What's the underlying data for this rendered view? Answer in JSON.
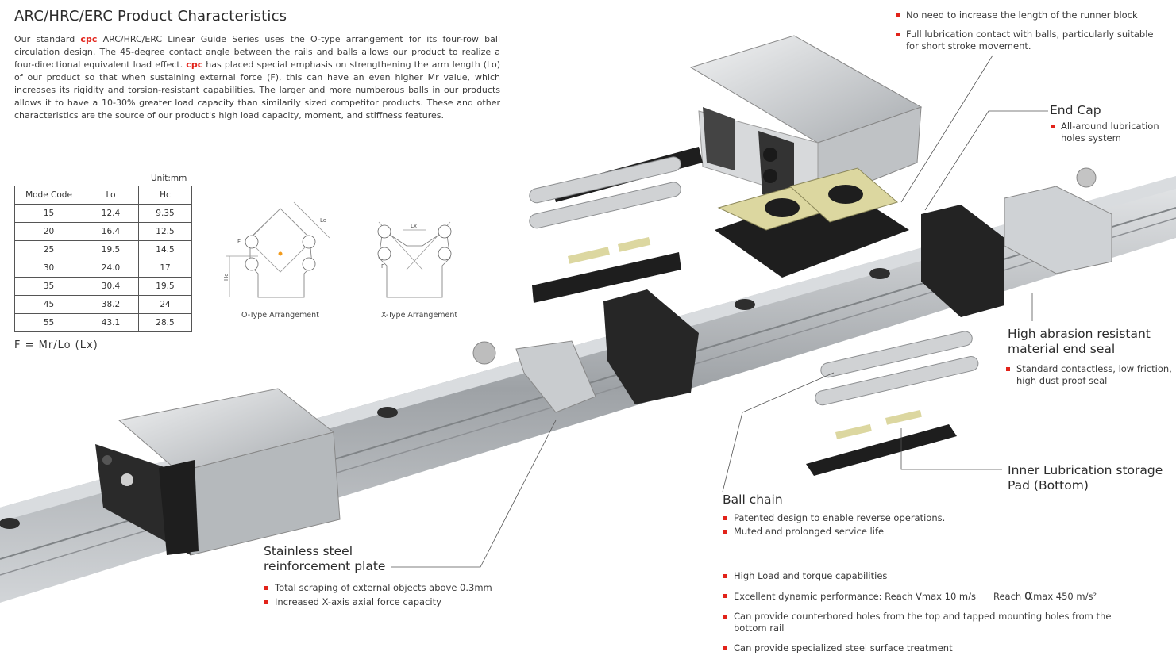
{
  "title": "ARC/HRC/ERC Product Characteristics",
  "intro": {
    "brand": "cpc",
    "p1": "Our standard ",
    "p2": " ARC/HRC/ERC Linear Guide Series uses the O-type arrangement for its four-row ball circulation design. The 45-degree contact angle between the rails and balls allows our product to realize a four-directional equivalent load effect. ",
    "p3": " has placed special emphasis on strengthening the arm length (Lo) of our product so that when sustaining external force (F), this can have an even higher Mr value, which increases its rigidity and torsion-resistant capabilities.  The larger and more numberous balls in our products allows it to have a 10-30% greater load capacity than similarily sized competitor products. These and other characteristics are the source of our product's high load capacity, moment, and stiffness features."
  },
  "table": {
    "unit": "Unit:mm",
    "headers": [
      "Mode Code",
      "Lo",
      "Hc"
    ],
    "rows": [
      [
        "15",
        "12.4",
        "9.35"
      ],
      [
        "20",
        "16.4",
        "12.5"
      ],
      [
        "25",
        "19.5",
        "14.5"
      ],
      [
        "30",
        "24.0",
        "17"
      ],
      [
        "35",
        "30.4",
        "19.5"
      ],
      [
        "45",
        "38.2",
        "24"
      ],
      [
        "55",
        "43.1",
        "28.5"
      ]
    ]
  },
  "formula": "F = Mr/Lo (Lx)",
  "diagrams": {
    "o_type": {
      "caption": "O-Type Arrangement",
      "lo": "Lo",
      "f": "F",
      "hc": "Hc"
    },
    "x_type": {
      "caption": "X-Type Arrangement",
      "lx": "Lx",
      "f": "F"
    }
  },
  "top_bullets": [
    "No need to increase the length of the runner block",
    "Full lubrication contact with balls, particularly suitable for short stroke movement."
  ],
  "end_cap": {
    "title": "End Cap",
    "bullets": [
      "All-around lubrication holes system"
    ]
  },
  "end_seal": {
    "title_l1": "High abrasion resistant",
    "title_l2": "material end seal",
    "bullets": [
      "Standard contactless, low friction, high dust proof seal"
    ]
  },
  "lube_pad": {
    "title_l1": "Inner Lubrication storage",
    "title_l2": "Pad (Bottom)"
  },
  "ball_chain": {
    "title": "Ball chain",
    "bullets": [
      "Patented design to enable reverse operations.",
      "Muted and prolonged service life"
    ]
  },
  "plate": {
    "title_l1": "Stainless steel",
    "title_l2": "reinforcement plate",
    "bullets": [
      "Total scraping of external objects above 0.3mm",
      "Increased X-axis axial force capacity"
    ]
  },
  "features": {
    "b1": "High Load and torque capabilities",
    "b2a": "Excellent dynamic performance: Reach Vmax 10 m/s",
    "b2b": "Reach ",
    "b2c": "α",
    "b2d": "max 450 m/s²",
    "b3": "Can provide counterbored holes from the top and tapped mounting holes from the bottom rail",
    "b4": "Can provide specialized steel surface treatment"
  },
  "colors": {
    "accent": "#e2231a",
    "text": "#3a3a3a",
    "pad": "#dcd7a0",
    "rail": "#b9bcbf"
  }
}
